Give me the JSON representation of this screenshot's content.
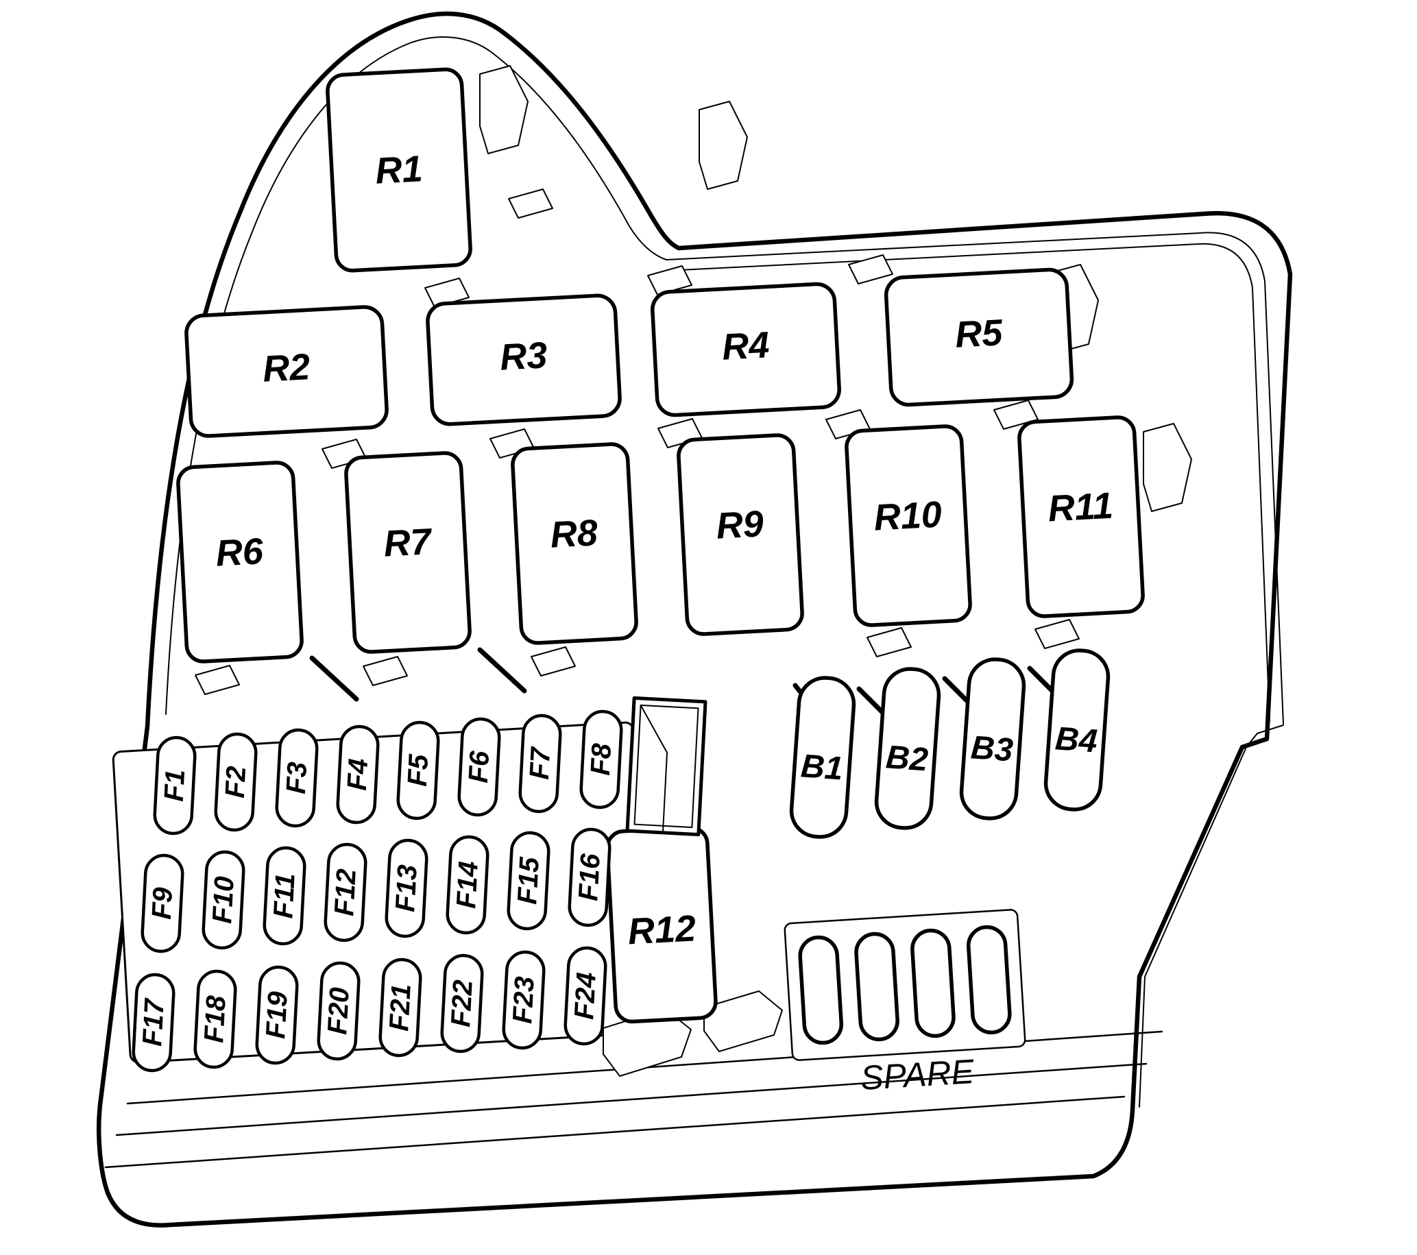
{
  "diagram": {
    "kind": "fuse-box-layout",
    "colors": {
      "line": "#000000",
      "background": "#ffffff"
    }
  },
  "relays": [
    "R1",
    "R2",
    "R3",
    "R4",
    "R5",
    "R6",
    "R7",
    "R8",
    "R9",
    "R10",
    "R11",
    "R12"
  ],
  "fuses": [
    "F1",
    "F2",
    "F3",
    "F4",
    "F5",
    "F6",
    "F7",
    "F8",
    "F9",
    "F10",
    "F11",
    "F12",
    "F13",
    "F14",
    "F15",
    "F16",
    "F17",
    "F18",
    "F19",
    "F20",
    "F21",
    "F22",
    "F23",
    "F24"
  ],
  "bolt_slots": [
    "B1",
    "B2",
    "B3",
    "B4"
  ],
  "spare": {
    "label": "SPARE"
  }
}
